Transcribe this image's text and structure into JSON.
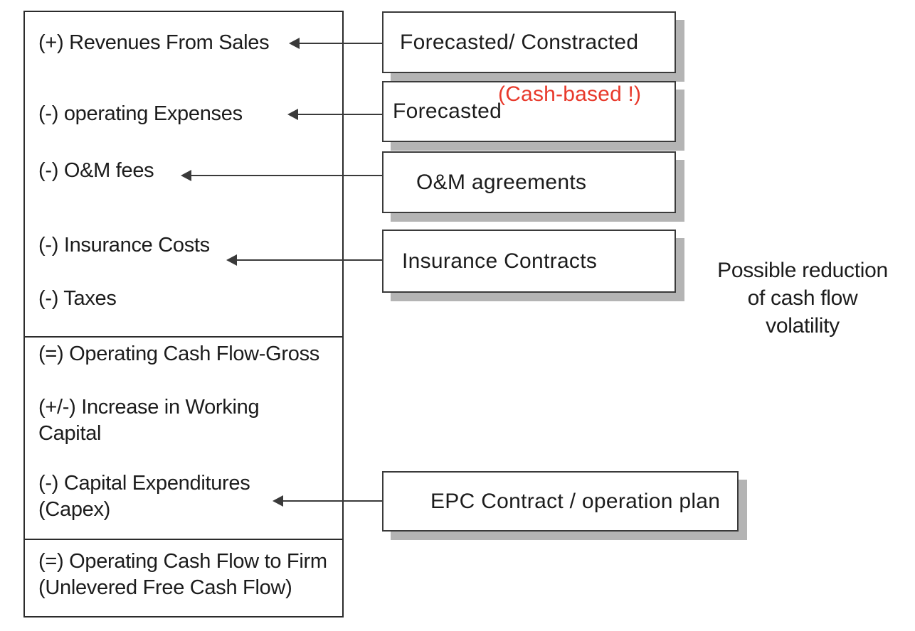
{
  "diagram": {
    "cash_flow_panel": {
      "items": [
        {
          "label": "(+) Revenues From Sales"
        },
        {
          "label": "(-) operating Expenses"
        },
        {
          "label": "(-) O&M fees"
        },
        {
          "label": "(-) Insurance Costs"
        },
        {
          "label": "(-) Taxes"
        },
        {
          "label": "(=) Operating Cash Flow-Gross"
        },
        {
          "label": "(+/-) Increase in Working\nCapital"
        },
        {
          "label": "(-) Capital Expenditures\n(Capex)"
        },
        {
          "label": "(=) Operating Cash Flow to Firm\n(Unlevered Free Cash Flow)"
        }
      ]
    },
    "source_boxes": [
      {
        "label": "Forecasted/ Constracted"
      },
      {
        "label": "Forecasted"
      },
      {
        "label": "O&M agreements"
      },
      {
        "label": "Insurance Contracts"
      },
      {
        "label": "EPC Contract / operation plan"
      }
    ],
    "annotations": {
      "cash_based": "(Cash-based !)",
      "side_note": "Possible reduction\nof cash flow\nvolatility"
    },
    "colors": {
      "annotation_red": "#e8392b",
      "line_dark": "#3a3a3a",
      "box_shadow_gray": "#b4b4b4"
    }
  }
}
